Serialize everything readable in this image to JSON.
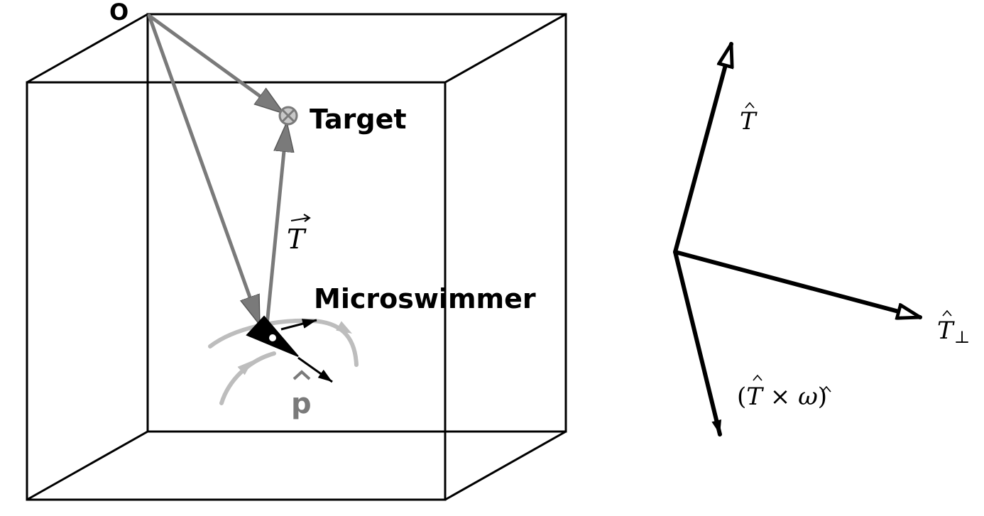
{
  "labels": {
    "origin": "O",
    "target": "Target",
    "microswimmer": "Microswimmer",
    "t_vec": "T",
    "p_hat": "p",
    "t_hat": "T",
    "t_perp": "T",
    "t_perp_sub": "⊥",
    "cross_open": "(",
    "cross_t": "T",
    "cross_times": " × ",
    "cross_omega": "ω",
    "cross_close": ")"
  },
  "colors": {
    "ink": "#000000",
    "grey_arrow": "#7a7a7a",
    "light_grey": "#bdbdbd",
    "p_label": "#7a7a7a"
  }
}
